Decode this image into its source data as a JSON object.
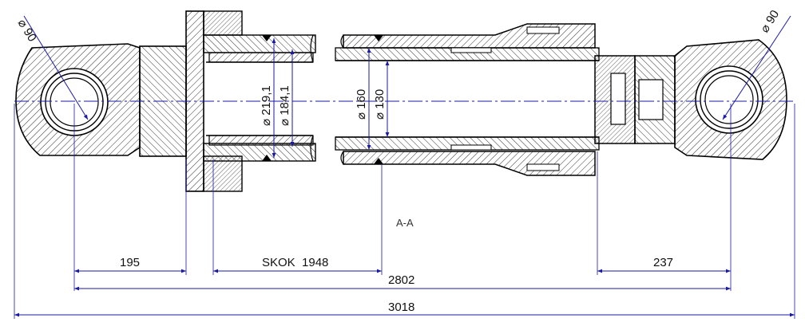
{
  "section_label": "A-A",
  "dimensions": {
    "left_eye_diameter": "⌀ 90",
    "right_eye_diameter": "⌀ 90",
    "tube_outer_diameter": "⌀ 219,1",
    "tube_inner_diameter": "⌀ 184,1",
    "piston_rod_outer_diameter": "⌀ 160",
    "piston_rod_inner_diameter": "⌀ 130",
    "left_offset": "195",
    "stroke": "SKOK  1948",
    "right_offset": "237",
    "pin_center_length": "2802",
    "overall_length": "3018"
  },
  "colors": {
    "outline": "#000000",
    "dimension": "#1a1aa6",
    "hatch": "#000000"
  }
}
